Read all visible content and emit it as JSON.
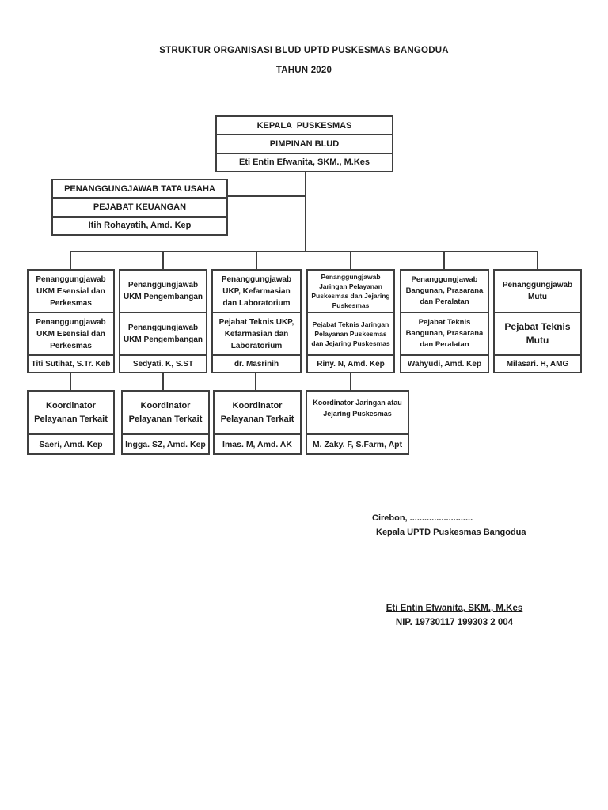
{
  "header": {
    "title": "STRUKTUR ORGANISASI BLUD UPTD PUSKESMAS BANGODUA",
    "year": "TAHUN 2020"
  },
  "org": {
    "root": {
      "line1": "KEPALA  PUSKESMAS",
      "line2": "PIMPINAN BLUD",
      "name": "Eti Entin Efwanita, SKM., M.Kes"
    },
    "tata_usaha": {
      "line1": "PENANGGUNGJAWAB TATA USAHA",
      "line2": "PEJABAT KEUANGAN",
      "name": "Itih Rohayatih, Amd. Kep"
    },
    "level1": [
      {
        "role1": "Penanggungjawab UKM Esensial dan Perkesmas",
        "role2": "Penanggungjawab UKM Esensial dan Perkesmas",
        "name": "Titi Sutihat, S.Tr. Keb"
      },
      {
        "role1": "Penanggungjawab UKM Pengembangan",
        "role2": "Penanggungjawab UKM Pengembangan",
        "name": "Sedyati. K, S.ST"
      },
      {
        "role1": "Penanggungjawab UKP, Kefarmasian dan Laboratorium",
        "role2": "Pejabat Teknis UKP, Kefarmasian dan Laboratorium",
        "name": "dr. Masrinih"
      },
      {
        "role1": "Penanggungjawab Jaringan Pelayanan Puskesmas dan Jejaring Puskesmas",
        "role2": "Pejabat Teknis Jaringan Pelayanan Puskesmas dan Jejaring Puskesmas",
        "name": "Riny. N, Amd. Kep"
      },
      {
        "role1": "Penanggungjawab Bangunan, Prasarana dan Peralatan",
        "role2": "Pejabat Teknis Bangunan, Prasarana dan Peralatan",
        "name": "Wahyudi, Amd. Kep"
      },
      {
        "role1": "Penanggungjawab Mutu",
        "role2": "Pejabat Teknis Mutu",
        "name": "Milasari. H, AMG"
      }
    ],
    "level2": [
      {
        "title": "Koordinator Pelayanan Terkait",
        "name": "Saeri, Amd. Kep"
      },
      {
        "title": "Koordinator Pelayanan Terkait",
        "name": "Ingga. SZ, Amd. Kep"
      },
      {
        "title": "Koordinator Pelayanan Terkait",
        "name": "Imas. M, Amd. AK"
      },
      {
        "title": "Koordinator Jaringan atau Jejaring Puskesmas",
        "name": "M. Zaky. F, S.Farm,  Apt"
      }
    ]
  },
  "footer": {
    "place_line": "Cirebon, ..........................",
    "role_line": "Kepala UPTD Puskesmas Bangodua",
    "signer_name": "Eti Entin Efwanita, SKM., M.Kes",
    "nip_line": "NIP. 19730117 199303 2 004"
  },
  "colors": {
    "border": "#3f3f3f",
    "text": "#1c1c1c",
    "background": "#ffffff"
  }
}
